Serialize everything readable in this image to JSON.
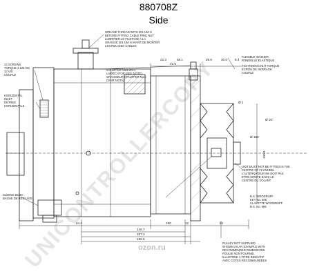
{
  "header": {
    "part_number": "880708Z",
    "view": "Side"
  },
  "watermark": {
    "text": "UNICONTROLLERCOPY",
    "color": "#c8c8c8"
  },
  "logo": {
    "text": "ozon.ru"
  },
  "callouts": {
    "grease_thread": [
      "GREASE THREAD WITH 301 UM H",
      "BEFORE FITTING CABLE RING NUT",
      "LUBRIFIER LE FILETAGE A LA",
      "GRAISSE 301 UM H AVANT DE MONTER",
      "L'ECROU DES CABLES"
    ],
    "stauffer": [
      "STAUFFER SIZE No.1",
      "LUBRICATOR (SEE NOTE)",
      "GRAISSEUR STAUFFER No.1",
      "(VOIR NOTA)"
    ],
    "torque": [
      "12 SCREWS",
      "TORQUE 4 125 Nm",
      "12 VIS",
      "COUPLE"
    ],
    "horizontal_inlet": [
      "HORIZONTAL",
      "INLET",
      "ENTREE",
      "HORIZONTALE"
    ],
    "sliding_bush": [
      "SLIDING BUSH",
      "BAGUE DE REGLAGE"
    ],
    "woodruff": [
      "B.S. WOODRUFF",
      "KEY   No. 606",
      "CLAVETTE  WOODRUFF",
      "B.S.  No. 606"
    ],
    "pulley_note": [
      "PULLEY NOT SUPPLIED.",
      "SHOWN AS AN EXAMPLE WITH",
      "RECOMMENDED DIMENSIONS.",
      "POULIE  NON FOURNIE.",
      "ILLUSTREE A TITRE INDICATIF",
      "AVEC COTES RECOMMANDEES"
    ],
    "top_right": [
      "FLEXIBLE WASHER",
      "RONDELLE ELASTIQUE",
      "TIGHTENING NUT TORQUE",
      "ECROU DE SERRAGE",
      "COUPLE"
    ],
    "unit_note": [
      "UNIT MUST NOT BE FITTED IN THE",
      "CENTRE OF FLYWHEEL",
      "L'ALTERNATEUR NE DOIT PAS",
      "ETRE MONTE DANS LE",
      "CENTRE DU VOLANT"
    ],
    "angle": "Ø 15°"
  },
  "dimensions": {
    "bottom": [
      "84.4",
      "180",
      "12",
      "82"
    ],
    "bottom_sub": [
      "146.7",
      "187.3",
      "196.5"
    ],
    "top": [
      "22.3",
      "22.0",
      "58.1",
      "28.6",
      "30.6",
      "8.4"
    ],
    "right_vertical": "130.8",
    "other": [
      "Ø 1",
      "Ø 150"
    ]
  }
}
